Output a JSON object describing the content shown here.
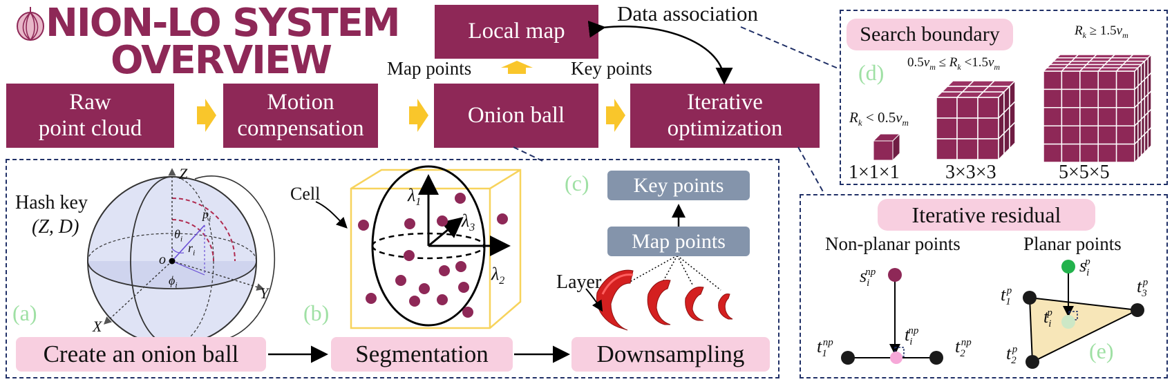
{
  "title": {
    "line1": "NION-LO SYSTEM",
    "line2": "OVERVIEW"
  },
  "pipeline": {
    "raw": "Raw\npoint cloud",
    "motion": "Motion\ncompensation",
    "onion": "Onion ball",
    "iterative": "Iterative\noptimization",
    "local_map": "Local map",
    "map_points": "Map points",
    "key_points": "Key points",
    "data_association": "Data association"
  },
  "panel_a": {
    "label": "(a)",
    "hash_key": "Hash key",
    "hash_tuple": "(Z, D)",
    "axis_z": "Z",
    "axis_y": "Y",
    "axis_x": "X",
    "origin": "o",
    "p": "p",
    "p_sub": "i",
    "theta": "θ",
    "theta_sub": "i",
    "r": "r",
    "r_sub": "i",
    "phi": "ϕ",
    "phi_sub": "i",
    "caption": "Create an onion ball"
  },
  "panel_b": {
    "label": "(b)",
    "cell": "Cell",
    "lambda": "λ",
    "l1": "1",
    "l2": "2",
    "l3": "3",
    "caption": "Segmentation"
  },
  "panel_c": {
    "label": "(c)",
    "key_points": "Key points",
    "map_points": "Map points",
    "layer": "Layer",
    "caption": "Downsampling"
  },
  "panel_d": {
    "label": "(d)",
    "search_boundary": "Search boundary",
    "cond_small_R": "R",
    "cond_small_k": "k",
    "cond_small_rest": " < 0.5",
    "cond_v": "v",
    "cond_m": "m",
    "cond_mid_pre": "0.5",
    "cond_mid_mid": " ≤ ",
    "cond_mid_rest": " <1.5",
    "cond_large_rest": " ≥ 1.5",
    "size1": "1×1×1",
    "size3": "3×3×3",
    "size5": "5×5×5"
  },
  "panel_e": {
    "label": "(e)",
    "iterative_residual": "Iterative residual",
    "nonplanar": "Non-planar points",
    "planar": "Planar points",
    "s": "s",
    "t": "t",
    "i": "i",
    "np": "np",
    "p": "p",
    "one": "1",
    "two": "2",
    "three": "3"
  },
  "colors": {
    "brand": "#8e2857",
    "pink": "#f8cfe0",
    "slate": "#8494ab",
    "arrow": "#f9c62b",
    "label_green": "#9fe0a4",
    "dash": "#1f2f66",
    "red_layer": "#d42020"
  }
}
